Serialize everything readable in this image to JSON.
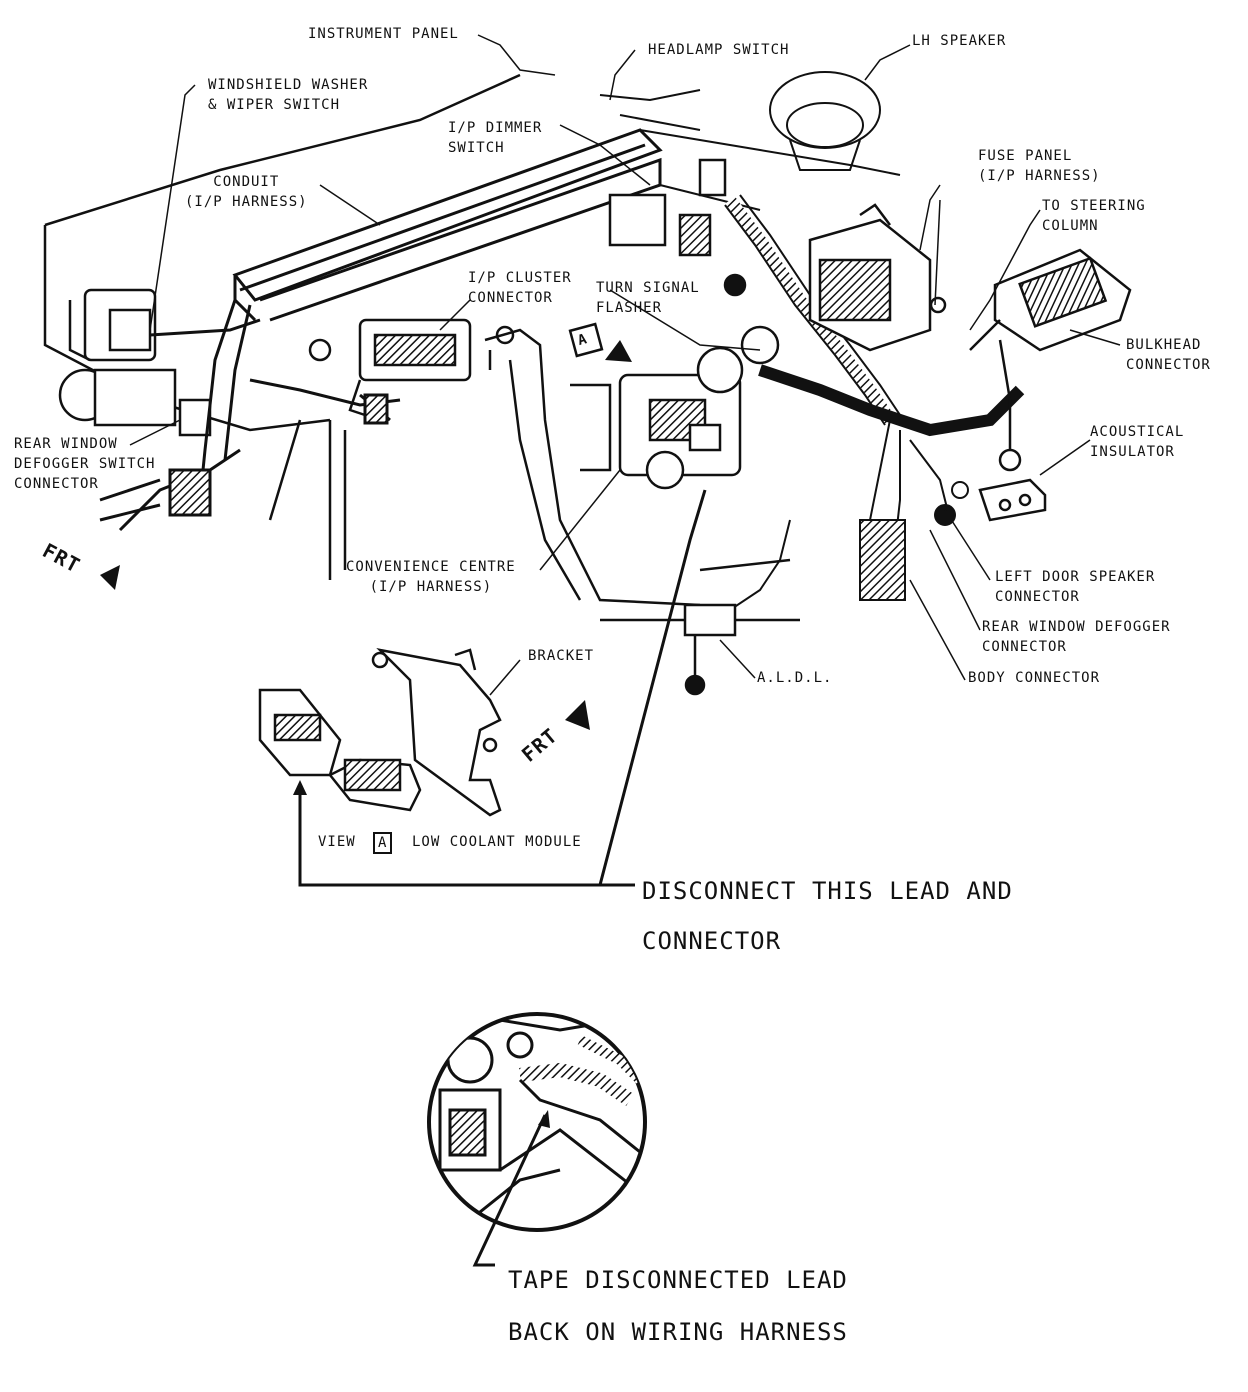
{
  "labels": {
    "instrument_panel": "INSTRUMENT PANEL",
    "headlamp_switch": "HEADLAMP SWITCH",
    "lh_speaker": "LH SPEAKER",
    "windshield_washer": "WINDSHIELD WASHER\n& WIPER SWITCH",
    "ip_dimmer_switch": "I/P DIMMER\nSWITCH",
    "conduit": "CONDUIT\n(I/P HARNESS)",
    "fuse_panel": "FUSE PANEL\n(I/P HARNESS)",
    "to_steering_column": "TO STEERING\nCOLUMN",
    "ip_cluster_connector": "I/P CLUSTER\nCONNECTOR",
    "turn_signal_flasher": "TURN SIGNAL\nFLASHER",
    "bulkhead_connector": "BULKHEAD\nCONNECTOR",
    "rear_window_defogger_switch": "REAR WINDOW\nDEFOGGER SWITCH\nCONNECTOR",
    "acoustical_insulator": "ACOUSTICAL\nINSULATOR",
    "frt": "FRT",
    "convenience_centre": "CONVENIENCE CENTRE\n(I/P HARNESS)",
    "left_door_speaker": "LEFT DOOR SPEAKER\nCONNECTOR",
    "rear_window_defogger": "REAR WINDOW DEFOGGER\nCONNECTOR",
    "bracket": "BRACKET",
    "aldl": "A.L.D.L.",
    "body_connector": "BODY CONNECTOR",
    "view": "VIEW",
    "view_letter": "A",
    "low_coolant_module": "LOW COOLANT MODULE",
    "callout_a": "A",
    "disconnect_instruction": "DISCONNECT THIS LEAD AND\nCONNECTOR",
    "tape_instruction": "TAPE DISCONNECTED LEAD\nBACK ON WIRING HARNESS"
  }
}
